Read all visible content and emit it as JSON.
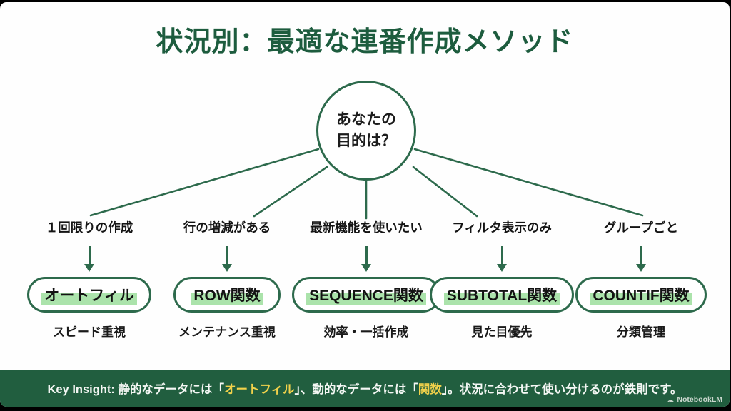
{
  "title": "状況別：最適な連番作成メソッド",
  "root_node": {
    "label": "あなたの\n目的は？",
    "line1": "あなたの",
    "line2": "目的は？"
  },
  "branches": [
    {
      "condition": "１回限りの作成",
      "method": "オートフィル",
      "benefit": "スピード重視"
    },
    {
      "condition": "行の増減がある",
      "method": "ROW関数",
      "benefit": "メンテナンス重視"
    },
    {
      "condition": "最新機能を使いたい",
      "method": "SEQUENCE関数",
      "benefit": "効率・一括作成"
    },
    {
      "condition": "フィルタ表示のみ",
      "method": "SUBTOTAL関数",
      "benefit": "見た目優先"
    },
    {
      "condition": "グループごと",
      "method": "COUNTIF関数",
      "benefit": "分類管理"
    }
  ],
  "footer": {
    "prefix": "Key Insight: ",
    "seg1": "静的なデータには「",
    "hl1": "オートフィル",
    "seg2": "」、動的なデータには「",
    "hl2": "関数",
    "seg3": "」。状況に合わせて使い分けるのが鉄則です。",
    "watermark": "NotebookLM"
  },
  "colors": {
    "accent_green": "#2d6a4c",
    "title_green": "#1d5c3e",
    "footer_green": "#215e3f",
    "highlight_green": "#abe3ab",
    "highlight_yellow": "#f2d24b",
    "text_black": "#141414",
    "canvas_white": "#fefefe"
  }
}
